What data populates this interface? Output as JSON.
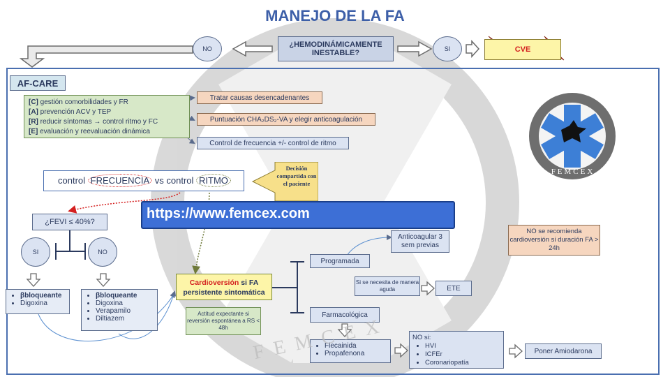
{
  "title": "MANEJO DE LA FA",
  "top": {
    "question": "¿HEMODINÁMICAMENTE INESTABLE?",
    "no": "NO",
    "si": "SI",
    "cve": "CVE"
  },
  "afcare": {
    "label": "AF-CARE",
    "items": [
      {
        "key": "[C]",
        "text": " gestión comorbilidades y FR"
      },
      {
        "key": "[A]",
        "text": " prevención ACV y TEP"
      },
      {
        "key": "[R]",
        "text": " reducir síntomas → control ritmo y FC"
      },
      {
        "key": "[E]",
        "text": " evaluación y reevaluación dinámica"
      }
    ],
    "actions": [
      "Tratar causas desencadenantes",
      "Puntuación CHA₂DS₂-VA y elegir anticoagulación",
      "Control de frecuencia +/- control de ritmo"
    ]
  },
  "control": {
    "prefix": "control ",
    "frecuencia": "FRECUENCIA",
    "mid": " vs control ",
    "ritmo": "RITMO",
    "decision": "Decisión compartida con el paciente"
  },
  "banner": {
    "url": "https://www.femcex.com"
  },
  "logo": {
    "text": "FEMCEX"
  },
  "watermark": {
    "text": "FEMCEX"
  },
  "fevi": {
    "question": "¿FEVI ≤ 40%?",
    "si": "SI",
    "no": "NO",
    "si_drugs": [
      "βbloqueante",
      "Digoxina"
    ],
    "no_drugs": [
      "βbloqueante",
      "Digoxina",
      "Verapamilo",
      "Diltiazem"
    ]
  },
  "cardioversion": {
    "title_red": "Cardioversión",
    "title_rest": " si FA persistente sintomática",
    "wait": "Actitud expectante si reversión espontánea a RS < 48h",
    "programada": "Programada",
    "anticoag": "Anticoagular 3 sem previas",
    "sedation": "Si se necesita de manera aguda",
    "ete": "ETE",
    "farmacologica": "Farmacológica",
    "drugs": [
      "Flecainida",
      "Propafenona"
    ],
    "no_si_title": "NO si:",
    "no_si_items": [
      "HVI",
      "ICFEr",
      "Coronariopatía"
    ],
    "amiodarona": "Poner Amiodarona"
  },
  "note": "NO se recomienda cardioversión si duración FA > 24h",
  "colors": {
    "title_blue": "#3d5fa8",
    "frame_blue": "#4a6fb0",
    "cardioversion_red": "#d42020"
  }
}
